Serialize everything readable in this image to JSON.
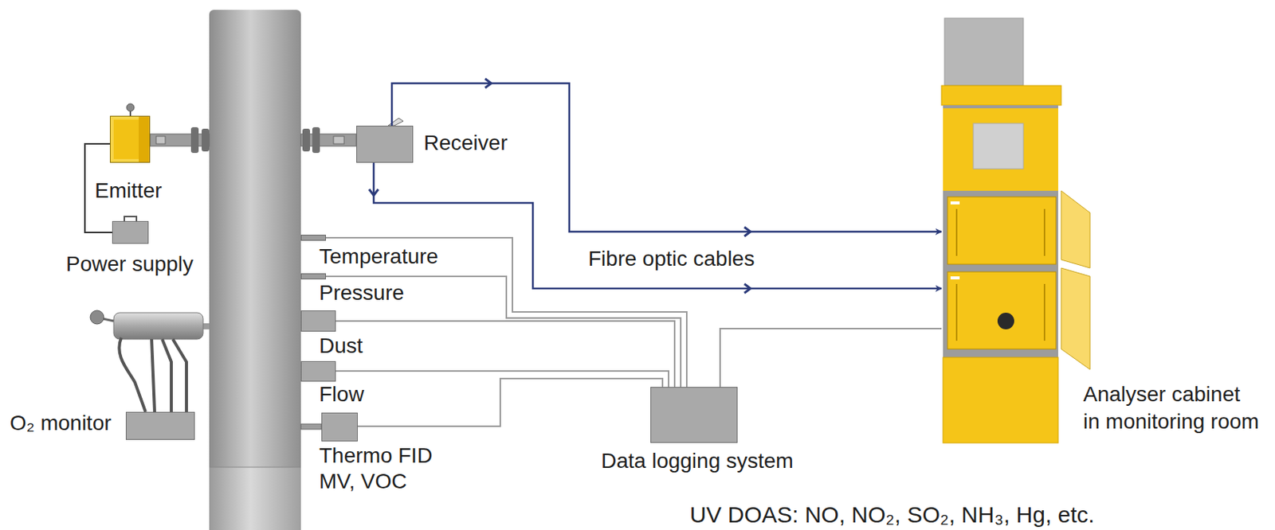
{
  "diagram": {
    "nodes": [
      {
        "text": [
          "Emitter"
        ]
      },
      {
        "text": [
          "Receiver"
        ]
      },
      {
        "text": [
          "Power supply"
        ]
      },
      {
        "text": [
          "Temperature"
        ]
      },
      {
        "text": [
          "Pressure"
        ]
      },
      {
        "text": [
          "Dust"
        ]
      },
      {
        "text": [
          "Flow"
        ]
      },
      {
        "text": [
          "O₂ monitor"
        ]
      },
      {
        "text": [
          "Thermo FID MV, VOC"
        ]
      },
      {
        "text": [
          "Data logging system"
        ]
      },
      {
        "text": [
          "Analyser cabinet in monitoring room"
        ]
      }
    ],
    "edges": [
      {
        "from": 0,
        "to": 2,
        "arrow": "none"
      },
      {
        "from": 1,
        "to": 10,
        "arrow": "to"
      },
      {
        "from": 1,
        "to": 10,
        "arrow": "to"
      },
      {
        "from": 3,
        "to": 9,
        "arrow": "none"
      },
      {
        "from": 4,
        "to": 9,
        "arrow": "none"
      },
      {
        "from": 5,
        "to": 9,
        "arrow": "none"
      },
      {
        "from": 6,
        "to": 9,
        "arrow": "none"
      },
      {
        "from": 8,
        "to": 9,
        "arrow": "none"
      },
      {
        "from": 9,
        "to": 10,
        "arrow": "none"
      }
    ],
    "labels": [
      "Fibre optic cables",
      "UV DOAS: NO, NO₂, SO₂, NH₃, Hg, etc."
    ]
  }
}
